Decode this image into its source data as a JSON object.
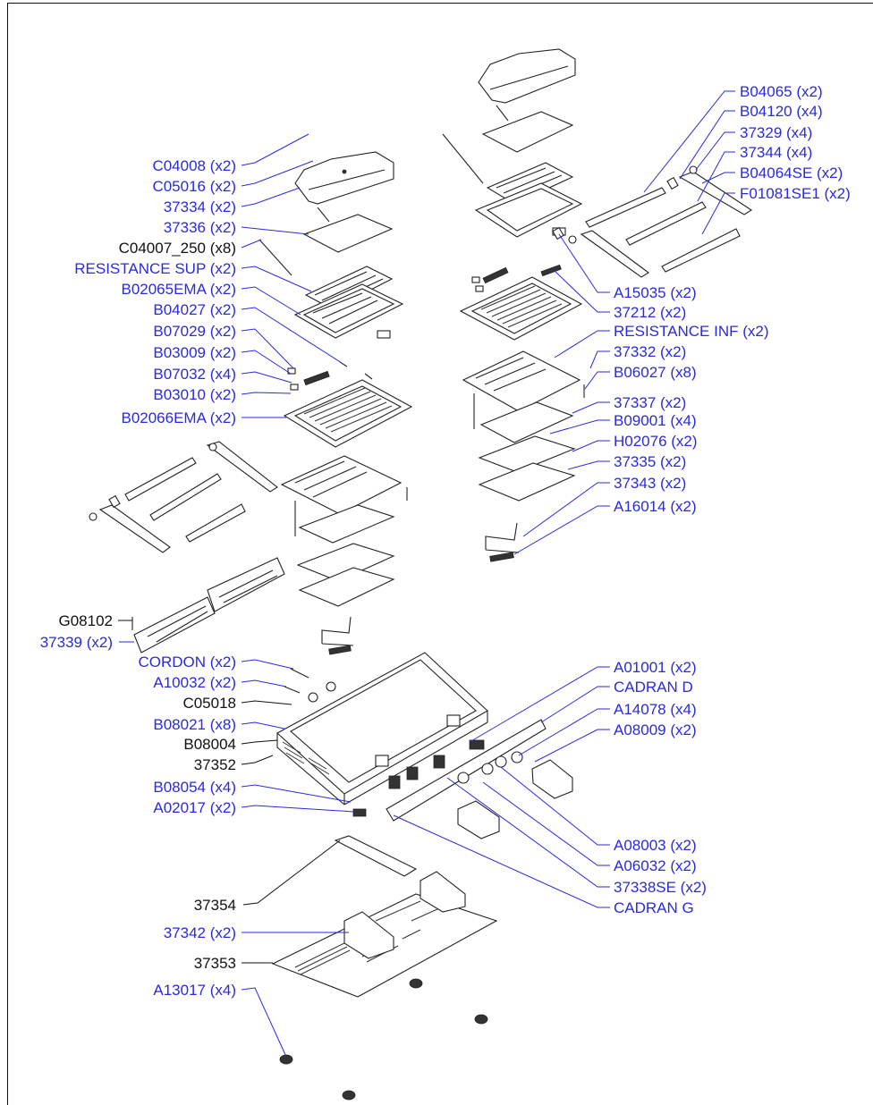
{
  "colors": {
    "label_blue": "#2a2adf",
    "label_black": "#111111",
    "line": "#222222"
  },
  "labels": {
    "C04008": "C04008 (x2)",
    "C05016": "C05016 (x2)",
    "L37334": "37334 (x2)",
    "L37336": "37336 (x2)",
    "C04007": "C04007_250 (x8)",
    "RESSUP": "RESISTANCE SUP (x2)",
    "B02065": "B02065EMA (x2)",
    "B04027": "B04027 (x2)",
    "B07029": "B07029 (x2)",
    "B03009": "B03009 (x2)",
    "B07032": "B07032 (x4)",
    "B03010": "B03010 (x2)",
    "B02066": "B02066EMA (x2)",
    "G08102": "G08102",
    "L37339": "37339 (x2)",
    "CORDON": "CORDON (x2)",
    "A10032": "A10032 (x2)",
    "C05018": "C05018",
    "B08021": "B08021 (x8)",
    "B08004": "B08004",
    "L37352": "37352",
    "B08054": "B08054 (x4)",
    "A02017": "A02017 (x2)",
    "L37354": "37354",
    "L37342": "37342 (x2)",
    "L37353": "37353",
    "A13017": "A13017 (x4)",
    "B04065": "B04065 (x2)",
    "B04120": "B04120 (x4)",
    "L37329": "37329 (x4)",
    "L37344": "37344 (x4)",
    "B04064": "B04064SE (x2)",
    "F01081": "F01081SE1 (x2)",
    "A15035": "A15035 (x2)",
    "L37212": "37212 (x2)",
    "RESINF": "RESISTANCE INF (x2)",
    "L37332": "37332 (x2)",
    "B06027": "B06027 (x8)",
    "L37337": "37337 (x2)",
    "B09001": "B09001 (x4)",
    "H02076": "H02076 (x2)",
    "L37335": "37335 (x2)",
    "L37343": "37343 (x2)",
    "A16014": "A16014 (x2)",
    "A01001": "A01001 (x2)",
    "CADRAND": "CADRAN D",
    "A14078": "A14078 (x4)",
    "A08009": "A08009 (x2)",
    "A08003": "A08003 (x2)",
    "A06032": "A06032 (x2)",
    "L37338": "37338SE (x2)",
    "CADRANG": "CADRAN G"
  }
}
